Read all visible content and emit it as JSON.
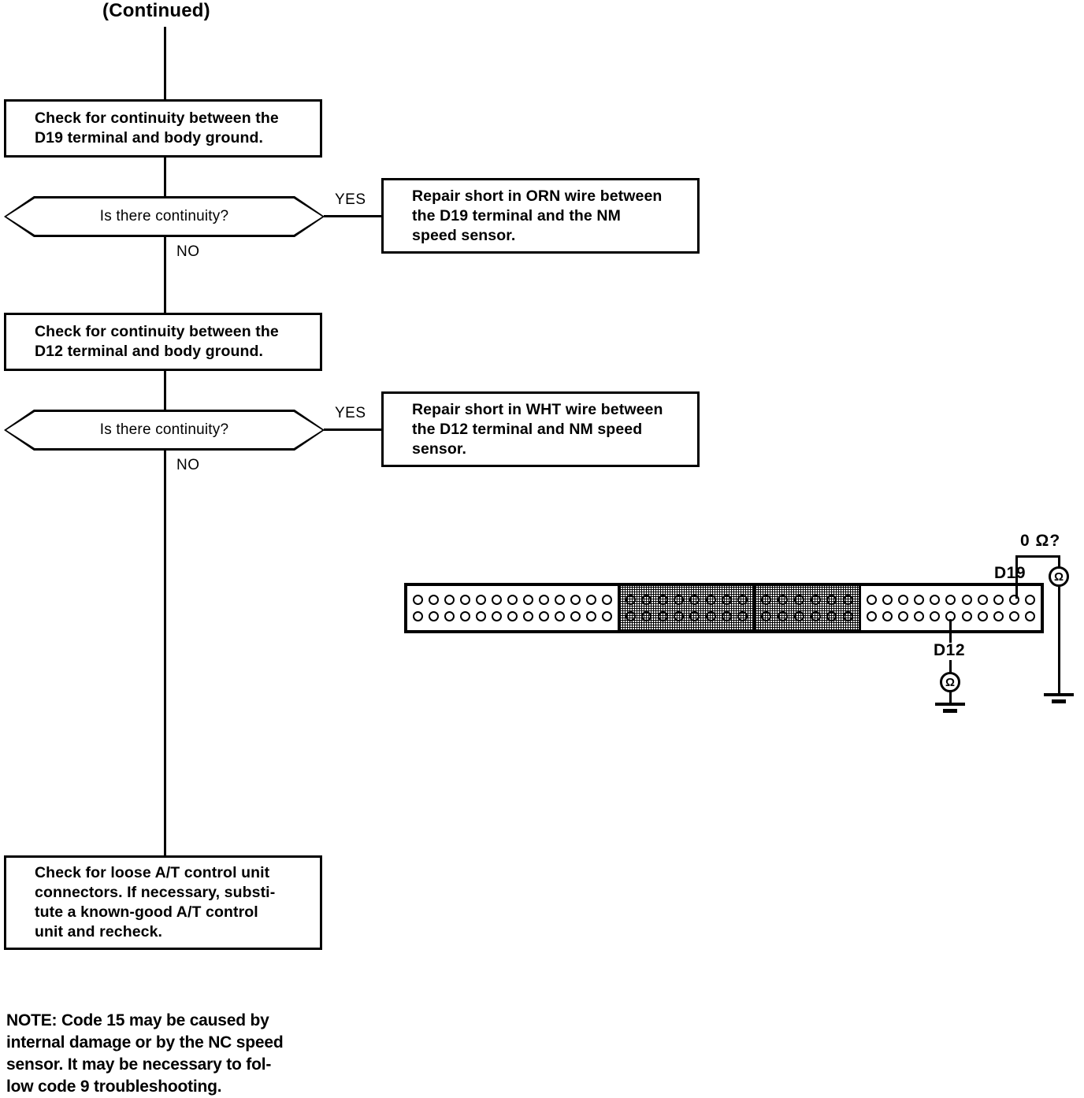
{
  "title": "(Continued)",
  "flow": {
    "step1": {
      "type": "process",
      "text": "Check for continuity between the\nD19 terminal and body ground."
    },
    "decision1": {
      "type": "decision",
      "text": "Is there continuity?",
      "yes_label": "YES",
      "no_label": "NO"
    },
    "result1": {
      "type": "process",
      "text": "Repair short in ORN wire between\nthe D19 terminal and the NM\nspeed sensor."
    },
    "step2": {
      "type": "process",
      "text": "Check for continuity between the\nD12 terminal and body ground."
    },
    "decision2": {
      "type": "decision",
      "text": "Is there continuity?",
      "yes_label": "YES",
      "no_label": "NO"
    },
    "result2": {
      "type": "process",
      "text": "Repair short in WHT wire between\nthe D12 terminal and NM speed\nsensor."
    },
    "step3": {
      "type": "process",
      "text": "Check for loose A/T control unit\nconnectors. If necessary, substi-\ntute a known-good A/T control\nunit and recheck."
    }
  },
  "note": "NOTE:  Code 15 may be caused by\ninternal damage or by the NC speed\nsensor. It may be necessary to fol-\nlow code 9 troubleshooting.",
  "connector": {
    "segments": [
      {
        "shaded": false,
        "pins_per_row": 13,
        "rows": 2
      },
      {
        "shaded": true,
        "pins_per_row": 8,
        "rows": 2
      },
      {
        "shaded": true,
        "pins_per_row": 6,
        "rows": 2
      },
      {
        "shaded": false,
        "pins_per_row": 11,
        "rows": 2
      }
    ],
    "labels": {
      "d19": "D19",
      "d12": "D12",
      "resistance": "0 Ω?"
    },
    "meter_symbol": "Ω"
  },
  "colors": {
    "ink": "#000000",
    "paper": "#ffffff"
  }
}
